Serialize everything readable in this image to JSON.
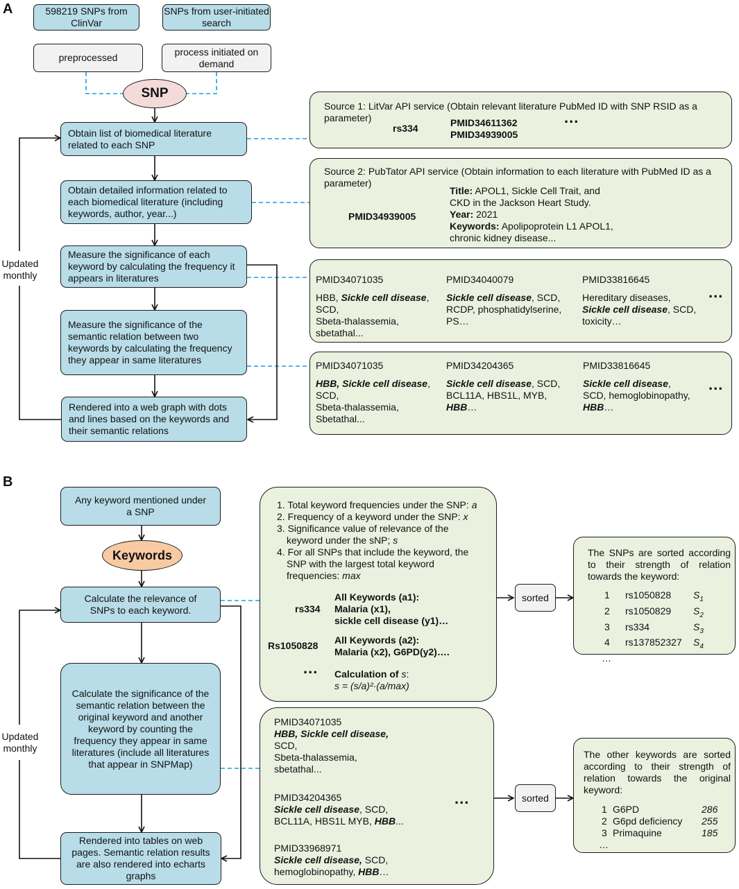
{
  "panel_a": {
    "label": "A",
    "src_clinvar": "598219 SNPs from ClinVar",
    "src_user": "SNPs from user-initiated search",
    "preprocessed": "preprocessed",
    "on_demand": "process initiated on demand",
    "snp_oval": "SNP",
    "step1": "Obtain list of biomedical literature related to each SNP",
    "step2": "Obtain detailed information related to each biomedical literature (including keywords, author, year...)",
    "step3": "Measure the significance of each keyword by calculating the frequency it appears in literatures",
    "step4": "Measure the significance of the semantic relation between two keywords by calculating the frequency they appear in same literatures",
    "step5": "Rendered into a web graph with dots and lines based on the keywords and their semantic relations",
    "updated": "Updated monthly",
    "source1": {
      "text": "Source 1: LitVar API service (Obtain relevant literature PubMed ID with SNP RSID as a parameter)",
      "rsid": "rs334",
      "pmid_a": "PMID34611362",
      "pmid_b": "PMID34939005",
      "ellipsis": "..."
    },
    "source2": {
      "text": "Source 2: PubTator API service (Obtain information to each literature with PubMed ID as a parameter)",
      "pmid": "PMID34939005",
      "title_label": "Title:",
      "title_text": "APOL1, Sickle Cell Trait, and CKD in the Jackson Heart Study.",
      "year_label": "Year:",
      "year": "2021",
      "kw_label": "Keywords:",
      "kw_text": "Apolipoprotein L1 APOL1, chronic kidney disease..."
    },
    "kw_box": {
      "col1_pmid": "PMID34071035",
      "col1_a": "HBB,",
      "col1_b": "Sickle cell disease",
      "col1_c": ",",
      "col1_d": "SCD,",
      "col1_e": "Sbeta-thalassemia,",
      "col1_f": "sbetathal...",
      "col2_pmid": "PMID34040079",
      "col2_a": "Sickle cell disease",
      "col2_b": ", SCD,",
      "col2_c": "RCDP, phosphatidylserine,",
      "col2_d": "PS…",
      "col3_pmid": "PMID33816645",
      "col3_a": "Hereditary diseases,",
      "col3_b": "Sickle cell disease",
      "col3_c": ", SCD,",
      "col3_d": "toxicity…",
      "ellipsis": "..."
    },
    "rel_box": {
      "col1_pmid": "PMID34071035",
      "col1_a": "HBB, Sickle cell disease",
      "col1_b": ",",
      "col1_c": "SCD,",
      "col1_d": "Sbeta-thalassemia,",
      "col1_e": "Sbetathal...",
      "col2_pmid": "PMID34204365",
      "col2_a": "Sickle cell disease",
      "col2_b": ", SCD,",
      "col2_c": "BCL11A, HBS1L, MYB,",
      "col2_d": "HBB",
      "col2_e": "…",
      "col3_pmid": "PMID33816645",
      "col3_a": "Sickle cell disease",
      "col3_b": ",",
      "col3_c": "SCD, hemoglobinopathy,",
      "col3_d": "HBB",
      "col3_e": "…",
      "ellipsis": "..."
    }
  },
  "panel_b": {
    "label": "B",
    "any_keyword": "Any keyword mentioned under a SNP",
    "keywords_oval": "Keywords",
    "step1": "Calculate the relevance of SNPs to each keyword.",
    "step2": "Calculate the significance of the semantic relation between the original keyword and another keyword by counting the frequency they appear in same literatures (include all literatures that appear in SNPMap)",
    "step3": "Rendered into tables on web pages. Semantic relation results are also rendered into echarts graphs",
    "updated": "Updated monthly",
    "calc": {
      "l1": "1. Total keyword frequencies under the SNP:",
      "l1v": "a",
      "l2": "2. Frequency of a keyword under the SNP:",
      "l2v": "x",
      "l3a": "3. Significance value of relevance of the",
      "l3b": "keyword under the sNP;",
      "l3v": "s",
      "l4a": "4. For all SNPs that include the keyword, the",
      "l4b": "SNP with the largest total keyword",
      "l4c": "frequencies:",
      "l4v": "max",
      "rs334": "rs334",
      "rs334_a": "All Keywords (a1):",
      "rs334_b": "Malaria (x1),",
      "rs334_c": "sickle cell disease (y1)…",
      "rs1050828": "Rs1050828",
      "rs1050828_a": "All Keywords (a2):",
      "rs1050828_b": "Malaria (x2), G6PD(y2)….",
      "ellipsis": "...",
      "calc_label": "Calculation of",
      "calc_var": "s",
      "formula": "s = (s/a)²·(a/max)"
    },
    "sorted1": "sorted",
    "sorted2": "sorted",
    "snp_sorted": {
      "header": "The SNPs are sorted according to their strength of relation towards the keyword:",
      "rows": [
        {
          "n": "1",
          "id": "rs1050828",
          "s": "S1"
        },
        {
          "n": "2",
          "id": "rs1050829",
          "s": "S2"
        },
        {
          "n": "3",
          "id": "rs334",
          "s": "S3"
        },
        {
          "n": "4",
          "id": "rs137852327",
          "s": "S4"
        }
      ],
      "ellipsis": "…"
    },
    "lit_box": {
      "p1_pmid": "PMID34071035",
      "p1_a": "HBB, Sickle cell disease,",
      "p1_b": "SCD,",
      "p1_c": "Sbeta-thalassemia,",
      "p1_d": "sbetathal...",
      "p2_pmid": "PMID34204365",
      "p2_a": "Sickle cell disease",
      "p2_b": ", SCD,",
      "p2_c": "BCL11A, HBS1L MYB,",
      "p2_d": "HBB",
      "p2_e": "...",
      "p3_pmid": "PMID33968971",
      "p3_a": "Sickle cell disease,",
      "p3_b": "SCD,",
      "p3_c": "hemoglobinopathy,",
      "p3_d": "HBB",
      "p3_e": "…",
      "ellipsis": "..."
    },
    "kw_sorted": {
      "header": "The other keywords are sorted according to their strength of relation towards the original keyword:",
      "rows": [
        {
          "n": "1",
          "kw": "G6PD",
          "v": "286"
        },
        {
          "n": "2",
          "kw": "G6pd deficiency",
          "v": "255"
        },
        {
          "n": "3",
          "kw": "Primaquine",
          "v": "185"
        }
      ],
      "ellipsis": "…"
    }
  },
  "colors": {
    "blue_box": "#b8dde8",
    "grey_box": "#f2f2f2",
    "green_box": "#eaf2df",
    "snp_oval": "#f5dada",
    "keywords_oval": "#f8caa4",
    "dashed_link": "#1a9fe0"
  }
}
